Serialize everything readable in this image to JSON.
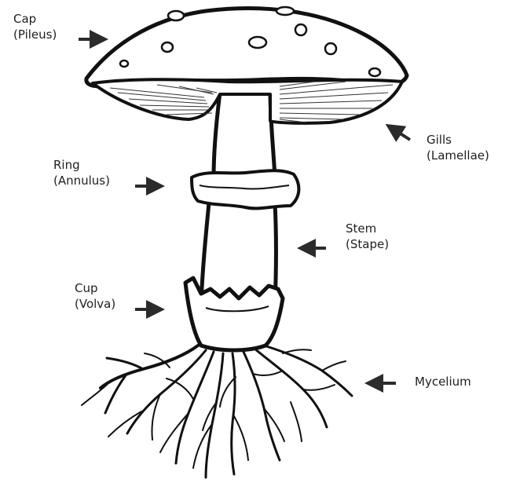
{
  "diagram": {
    "labels": {
      "cap": {
        "name": "Cap",
        "latin": "(Pileus)"
      },
      "gills": {
        "name": "Gills",
        "latin": "(Lamellae)"
      },
      "ring": {
        "name": "Ring",
        "latin": "(Annulus)"
      },
      "stem": {
        "name": "Stem",
        "latin": "(Stape)"
      },
      "cup": {
        "name": "Cup",
        "latin": "(Volva)"
      },
      "mycelium": {
        "name": "Mycelium"
      }
    }
  }
}
